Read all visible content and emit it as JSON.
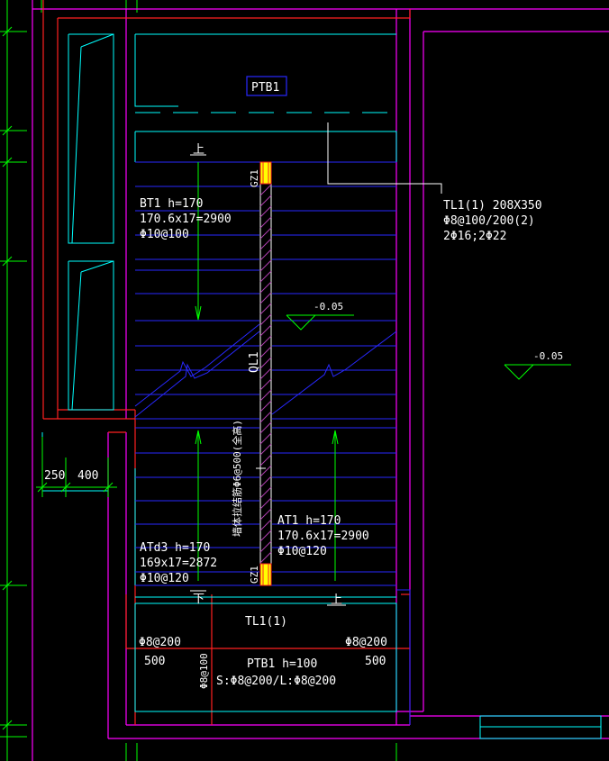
{
  "colors": {
    "background": "#000000",
    "wall_magenta": "#ff00ff",
    "wall_red": "#ff2020",
    "cyan": "#00ffff",
    "blue": "#2828ff",
    "green": "#00ff00",
    "white": "#ffffff",
    "yellow": "#ffff00",
    "hatch_magenta": "#b040b0"
  },
  "labels": {
    "ptb1_tag": "PTB1",
    "bt1_line1": "BT1 h=170",
    "bt1_line2": "170.6x17=2900",
    "bt1_line3": "Φ10@100",
    "tl1_line1": "TL1(1) 208X350",
    "tl1_line2": "Φ8@100/200(2)",
    "tl1_line3": "2Φ16;2Φ22",
    "level_1": "-0.05",
    "level_2": "-0.05",
    "gz1_top": "GZ1",
    "ql1": "QL1",
    "gz1_bottom": "GZ1",
    "wall_note": "墙体拉结筋Φ6@500(全高)",
    "at1_line1": "AT1 h=170",
    "at1_line2": "170.6x17=2900",
    "at1_line3": "Φ10@120",
    "atd3_line1": "ATd3 h=170",
    "atd3_line2": "169x17=2872",
    "atd3_line3": "Φ10@120",
    "dim_250": "250",
    "dim_400": "400",
    "up_top": "上",
    "down_bottom": "下",
    "up_bottom": "上",
    "tl1_bottom": "TL1(1)",
    "rebar_left": "Φ8@200",
    "dim_500_left": "500",
    "rebar_vertical": "Φ8@100",
    "rebar_right": "Φ8@200",
    "dim_500_right": "500",
    "ptb1_bottom_line1": "PTB1 h=100",
    "ptb1_bottom_line2": "S:Φ8@200/L:Φ8@200"
  }
}
